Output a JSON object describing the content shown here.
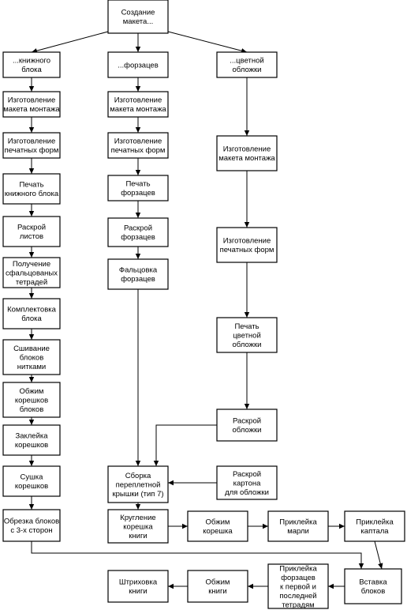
{
  "diagram": {
    "nodes": [
      {
        "id": "root",
        "lines": [
          "Создание",
          "макета..."
        ]
      },
      {
        "id": "kb",
        "lines": [
          "...книжного",
          "блока"
        ]
      },
      {
        "id": "fz",
        "lines": [
          "...форзацев"
        ]
      },
      {
        "id": "co",
        "lines": [
          "...цветной",
          "обложки"
        ]
      },
      {
        "id": "kb1",
        "lines": [
          "Изготовление",
          "макета монтажа"
        ]
      },
      {
        "id": "kb2",
        "lines": [
          "Изготовление",
          "печатных форм"
        ]
      },
      {
        "id": "kb3",
        "lines": [
          "Печать",
          "книжного блока"
        ]
      },
      {
        "id": "kb4",
        "lines": [
          "Раскрой",
          "листов"
        ]
      },
      {
        "id": "kb5",
        "lines": [
          "Получение",
          "сфальцованых",
          "тетрадей"
        ]
      },
      {
        "id": "kb6",
        "lines": [
          "Комплектовка",
          "блока"
        ]
      },
      {
        "id": "kb7",
        "lines": [
          "Сшивание",
          "блоков",
          "нитками"
        ]
      },
      {
        "id": "kb8",
        "lines": [
          "Обжим",
          "корешков",
          "блоков"
        ]
      },
      {
        "id": "kb9",
        "lines": [
          "Заклейка",
          "корешков"
        ]
      },
      {
        "id": "kb10",
        "lines": [
          "Сушка",
          "корешков"
        ]
      },
      {
        "id": "kb11",
        "lines": [
          "Обрезка блоков",
          "с 3-х сторон"
        ]
      },
      {
        "id": "fz1",
        "lines": [
          "Изготовление",
          "макета монтажа"
        ]
      },
      {
        "id": "fz2",
        "lines": [
          "Изготовление",
          "печатных форм"
        ]
      },
      {
        "id": "fz3",
        "lines": [
          "Печать",
          "форзацев"
        ]
      },
      {
        "id": "fz4",
        "lines": [
          "Раскрой",
          "форзацев"
        ]
      },
      {
        "id": "fz5",
        "lines": [
          "Фальцовка",
          "форзацев"
        ]
      },
      {
        "id": "co1",
        "lines": [
          "Изготовление",
          "макета монтажа"
        ]
      },
      {
        "id": "co2",
        "lines": [
          "Изготовление",
          "печатных форм"
        ]
      },
      {
        "id": "co3",
        "lines": [
          "Печать",
          "цветной",
          "обложки"
        ]
      },
      {
        "id": "co4",
        "lines": [
          "Раскрой",
          "обложки"
        ]
      },
      {
        "id": "card",
        "lines": [
          "Раскрой",
          "картона",
          "для обложки"
        ]
      },
      {
        "id": "cover",
        "lines": [
          "Сборка",
          "переплетной",
          "крышки (тип 7)"
        ]
      },
      {
        "id": "r1",
        "lines": [
          "Кругление",
          "корешка",
          "книги"
        ]
      },
      {
        "id": "r2",
        "lines": [
          "Обжим",
          "корешка"
        ]
      },
      {
        "id": "r3",
        "lines": [
          "Приклейка",
          "марли"
        ]
      },
      {
        "id": "r4",
        "lines": [
          "Приклейка",
          "каптала"
        ]
      },
      {
        "id": "b1",
        "lines": [
          "Вставка",
          "блоков"
        ]
      },
      {
        "id": "b2",
        "lines": [
          "Приклейка",
          "форзацев",
          "к первой и",
          "последней",
          "тетрадям"
        ]
      },
      {
        "id": "b3",
        "lines": [
          "Обжим",
          "книги"
        ]
      },
      {
        "id": "b4",
        "lines": [
          "Штриховка",
          "книги"
        ]
      }
    ],
    "edges": [
      [
        "root",
        "kb"
      ],
      [
        "root",
        "fz"
      ],
      [
        "root",
        "co"
      ],
      [
        "kb",
        "kb1"
      ],
      [
        "kb1",
        "kb2"
      ],
      [
        "kb2",
        "kb3"
      ],
      [
        "kb3",
        "kb4"
      ],
      [
        "kb4",
        "kb5"
      ],
      [
        "kb5",
        "kb6"
      ],
      [
        "kb6",
        "kb7"
      ],
      [
        "kb7",
        "kb8"
      ],
      [
        "kb8",
        "kb9"
      ],
      [
        "kb9",
        "kb10"
      ],
      [
        "kb10",
        "kb11"
      ],
      [
        "fz",
        "fz1"
      ],
      [
        "fz1",
        "fz2"
      ],
      [
        "fz2",
        "fz3"
      ],
      [
        "fz3",
        "fz4"
      ],
      [
        "fz4",
        "fz5"
      ],
      [
        "co",
        "co1"
      ],
      [
        "co1",
        "co2"
      ],
      [
        "co2",
        "co3"
      ],
      [
        "co3",
        "co4"
      ],
      [
        "fz5",
        "cover"
      ],
      [
        "co4",
        "cover"
      ],
      [
        "card",
        "cover"
      ],
      [
        "cover",
        "r1"
      ],
      [
        "r1",
        "r2"
      ],
      [
        "r2",
        "r3"
      ],
      [
        "r3",
        "r4"
      ],
      [
        "r4",
        "b1"
      ],
      [
        "kb11",
        "b1"
      ],
      [
        "b1",
        "b2"
      ],
      [
        "b2",
        "b3"
      ],
      [
        "b3",
        "b4"
      ]
    ]
  }
}
